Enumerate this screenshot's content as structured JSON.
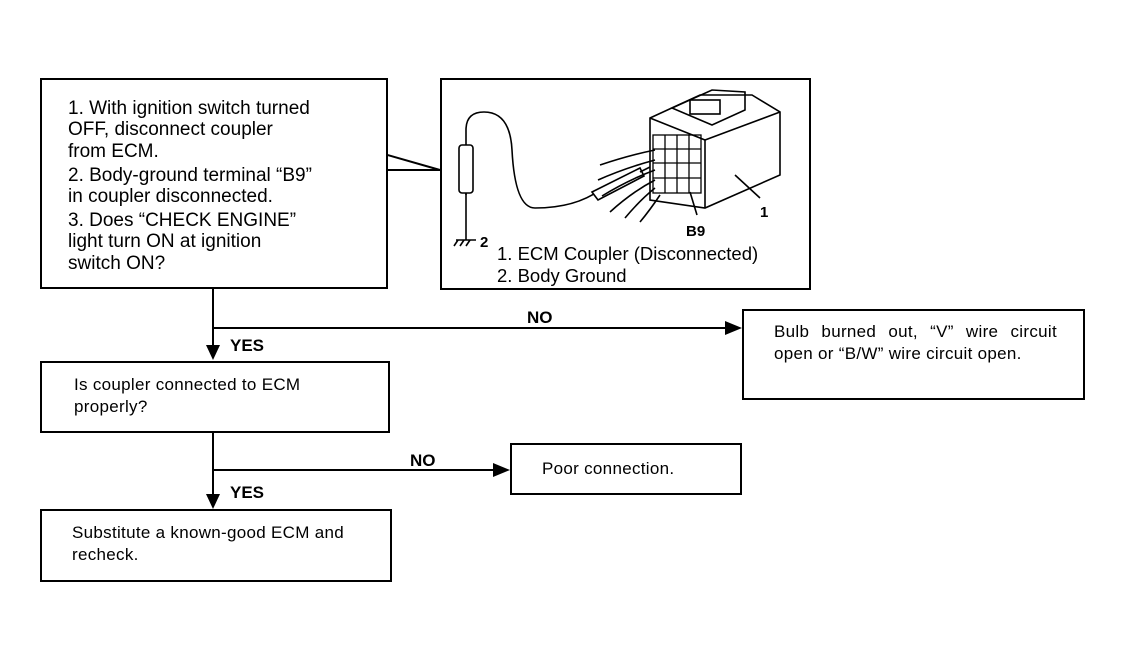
{
  "step1": {
    "items": [
      "1. With ignition switch turned\n    OFF, disconnect coupler\n    from ECM.",
      "2. Body-ground terminal “B9”\n    in coupler disconnected.",
      "3. Does “CHECK ENGINE”\n    light turn ON at ignition\n    switch ON?"
    ]
  },
  "figure": {
    "callout_1": "1",
    "callout_2": "2",
    "callout_b9": "B9",
    "legend": [
      "1. ECM Coupler (Disconnected)",
      "2. Body Ground"
    ]
  },
  "branch1": {
    "no_label": "NO",
    "yes_label": "YES"
  },
  "result_no1": "Bulb burned out, “V” wire circuit open or “B/W” wire circuit open.",
  "step2": "Is coupler connected to ECM properly?",
  "branch2": {
    "no_label": "NO",
    "yes_label": "YES"
  },
  "result_no2": "Poor connection.",
  "step3": "Substitute a known-good ECM and recheck."
}
